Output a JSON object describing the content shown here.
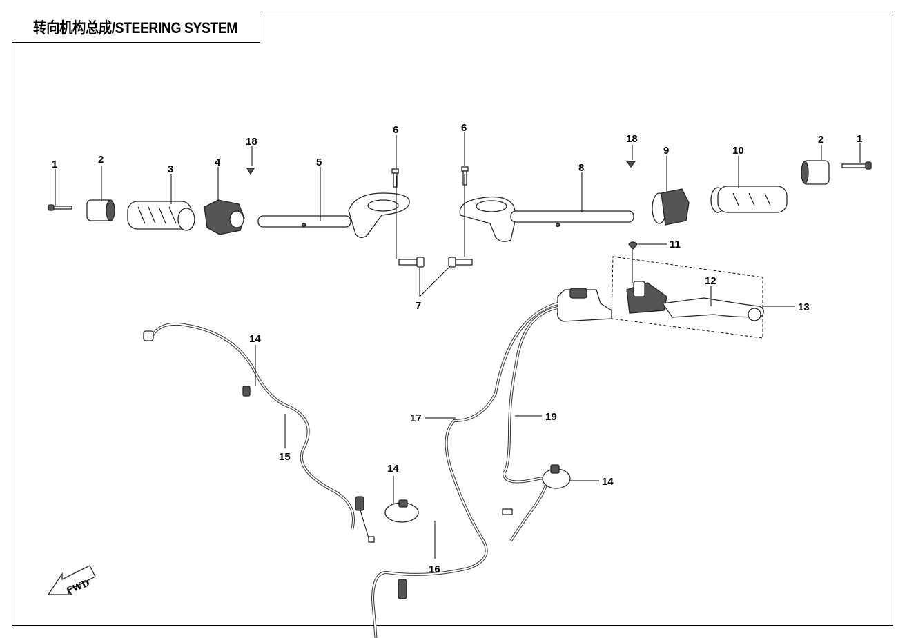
{
  "title": "转向机构总成/STEERING SYSTEM",
  "fwd_label": "FWD",
  "callouts": {
    "c1_left": "1",
    "c2_left": "2",
    "c3": "3",
    "c4": "4",
    "c5": "5",
    "c6_left": "6",
    "c6_right": "6",
    "c7": "7",
    "c8": "8",
    "c9": "9",
    "c10": "10",
    "c2_right": "2",
    "c1_right": "1",
    "c18_left": "18",
    "c18_right": "18",
    "c11": "11",
    "c12": "12",
    "c13": "13",
    "c14_a": "14",
    "c14_b": "14",
    "c14_c": "14",
    "c15": "15",
    "c16": "16",
    "c17": "17",
    "c19": "19"
  },
  "colors": {
    "line": "#000000",
    "part_fill": "#ffffff",
    "part_dark": "#555555"
  }
}
